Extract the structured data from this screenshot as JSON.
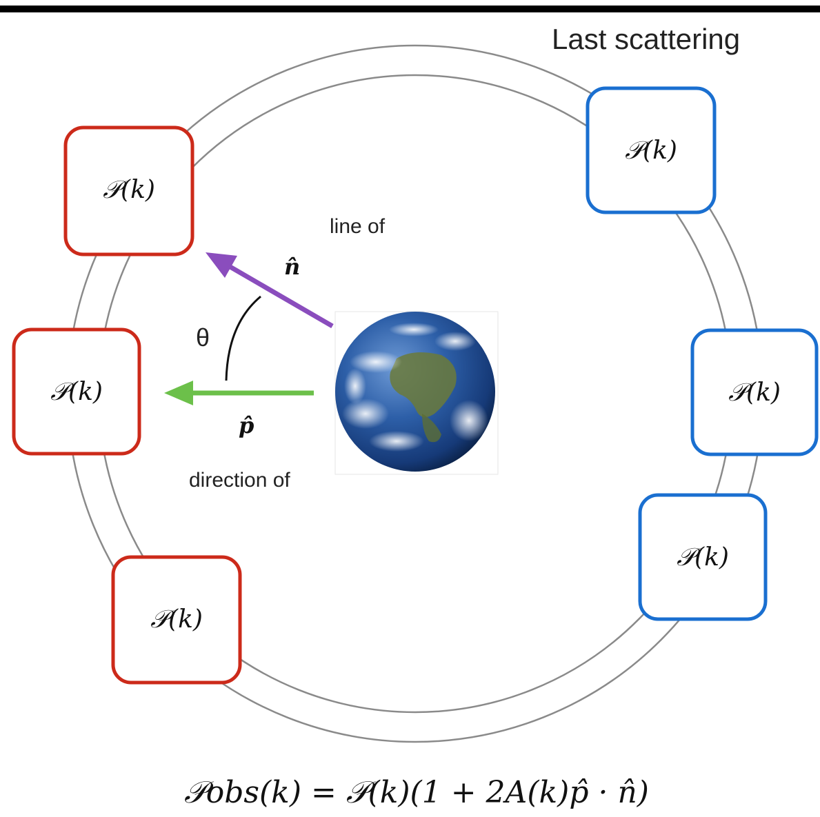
{
  "title": "Last scattering",
  "labels": {
    "line_of": "line of",
    "direction_of": "direction of",
    "theta": "θ",
    "n_hat": "n̂",
    "p_hat": "p̂"
  },
  "box_label": "𝒫(k)",
  "equation": "𝒫obs(k) = 𝒫(k)(1 + 2A(k)p̂ · n̂)",
  "colors": {
    "red_box": "#cc2a1a",
    "blue_box": "#1a6fd0",
    "n_arrow": "#8a4dbd",
    "p_arrow": "#6cc04a",
    "ring": "#8a8a8a"
  },
  "icons": {
    "earth": "earth-globe-image"
  }
}
